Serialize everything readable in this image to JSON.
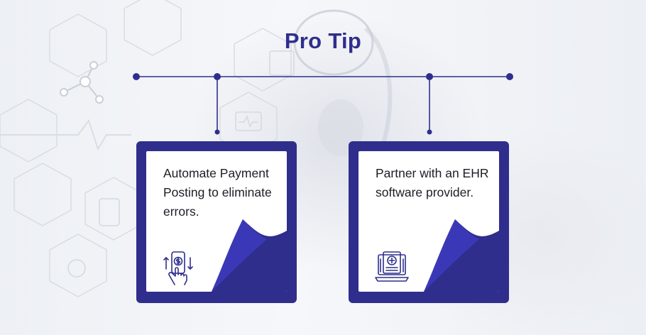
{
  "title": "Pro Tip",
  "colors": {
    "accent": "#2f2e8c",
    "curl": "#3330a8",
    "background": "#eef0f5",
    "card_background": "#ffffff",
    "text": "#1d1d25"
  },
  "cards": [
    {
      "text": "Automate Payment Posting to eliminate errors.",
      "icon": "payment-posting-icon"
    },
    {
      "text": "Partner with an EHR software provider.",
      "icon": "ehr-software-icon"
    }
  ]
}
